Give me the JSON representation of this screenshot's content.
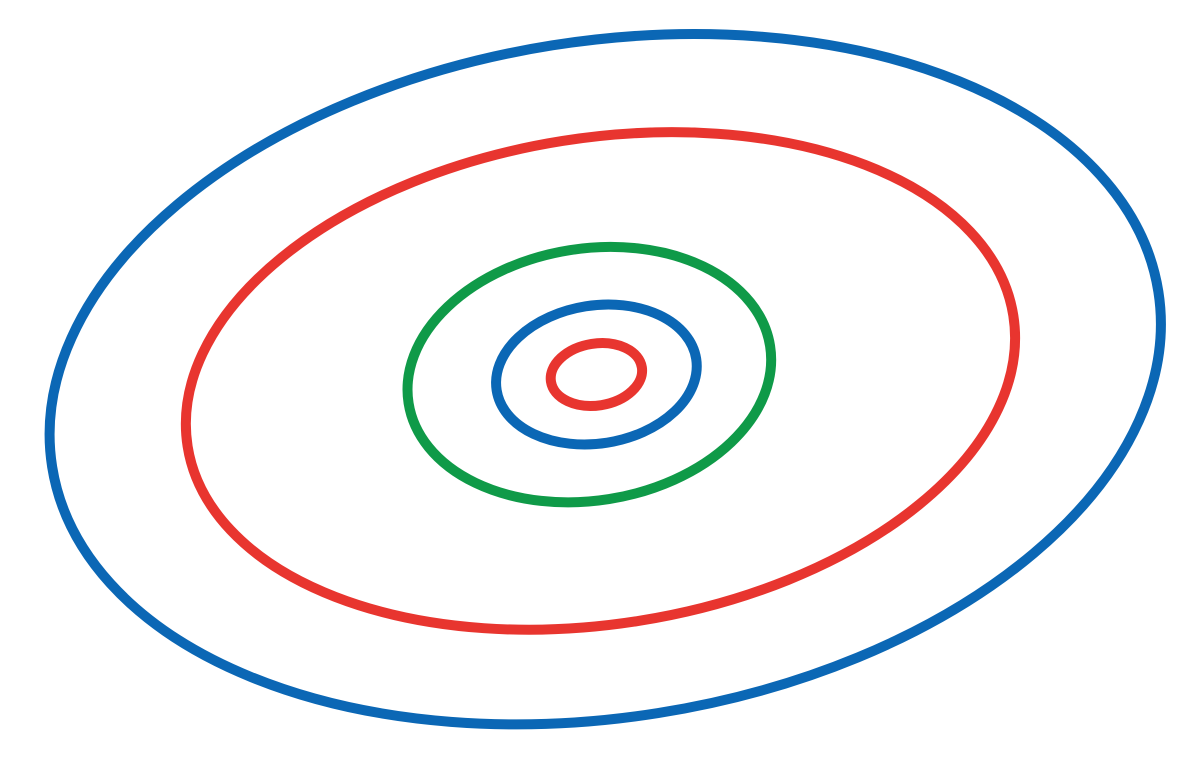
{
  "diagram": {
    "rings": [
      {
        "id": "ring-1-outer",
        "color": "#0b67b5"
      },
      {
        "id": "ring-2",
        "color": "#e8352f"
      },
      {
        "id": "ring-3",
        "color": "#0f9a48"
      },
      {
        "id": "ring-4",
        "color": "#0b67b5"
      },
      {
        "id": "ring-5-inner",
        "color": "#e8352f"
      }
    ]
  }
}
